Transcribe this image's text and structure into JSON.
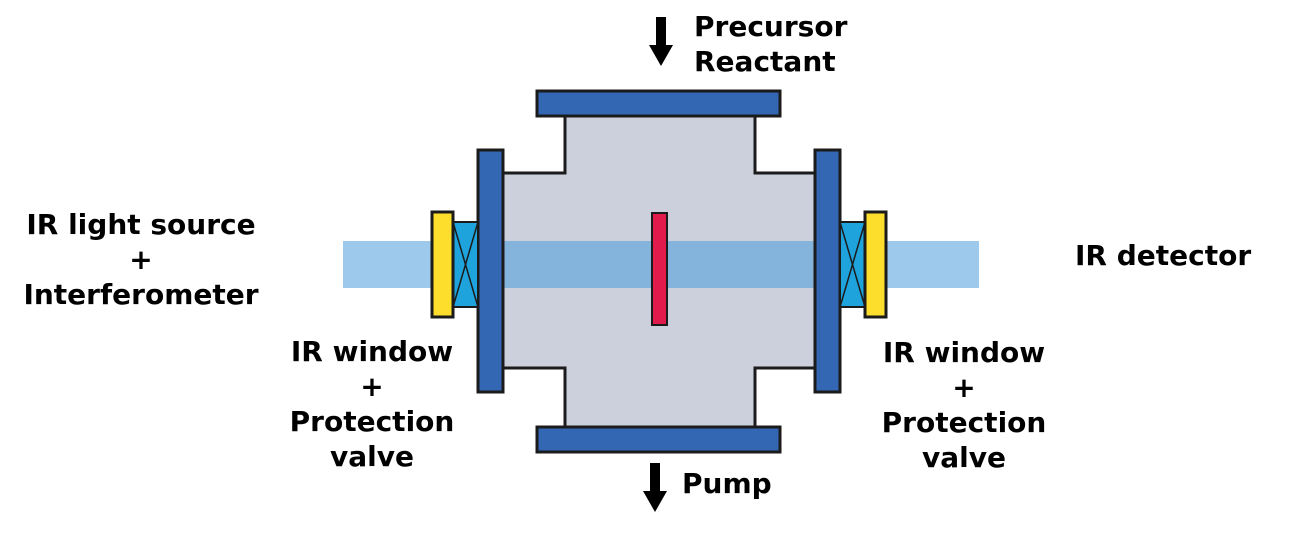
{
  "colors": {
    "chamber": "#cbd0dc",
    "flange": "#3366b3",
    "beam": "#9dcaec",
    "beam_inside": "#84b4dc",
    "window": "#fede2d",
    "valve": "#1ea3dc",
    "sample": "#e21b4d",
    "outline": "#1b1b1b"
  },
  "labels": {
    "precursor": "Precursor",
    "reactant": "Reactant",
    "pump": "Pump",
    "source_line1": "IR light source",
    "source_line2": "+",
    "source_line3": "Interferometer",
    "detector": "IR detector",
    "left_window_line1": "IR window",
    "left_window_line2": "+",
    "left_window_line3": "Protection",
    "left_window_line4": "valve",
    "right_window_line1": "IR window",
    "right_window_line2": "+",
    "right_window_line3": "Protection",
    "right_window_line4": "valve"
  },
  "icons": {
    "inlet": "arrow-down-icon",
    "outlet": "arrow-down-icon",
    "left_valve": "valve-cross-icon",
    "right_valve": "valve-cross-icon"
  }
}
